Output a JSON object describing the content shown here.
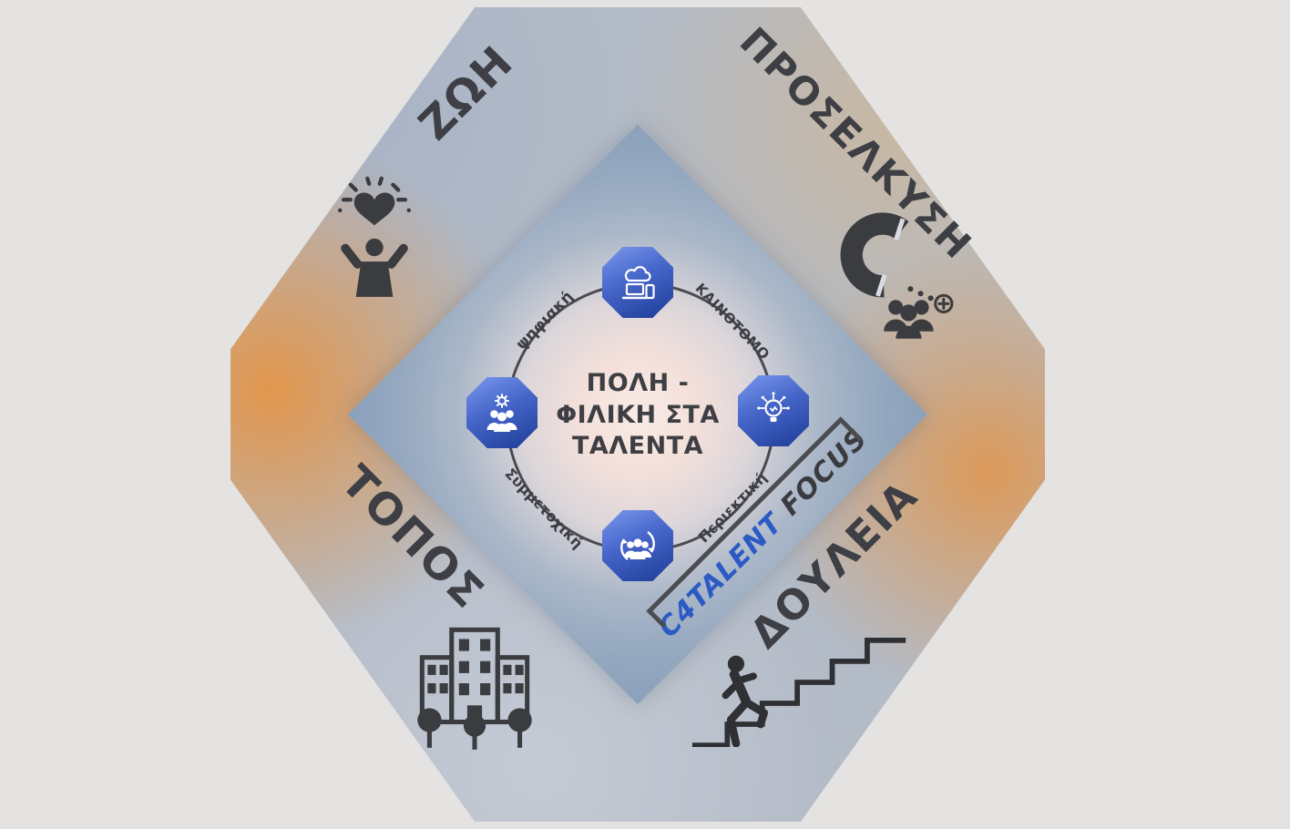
{
  "title": "ΠΟΛΗ - ΦΙΛΙΚΗ ΣΤΑ ΤΑΛΕΝΤΑ",
  "center": {
    "title_lines": [
      "ΠΟΛΗ -",
      "ΦΙΛΙΚΗ ΣΤΑ",
      "ΤΑΛΕΝΤΑ"
    ],
    "ring_labels": {
      "top_left": "ψηφιακή",
      "top_right": "ΚΑΙΝΟΤΟΜΟ",
      "bottom_left": "Συμμετοχική",
      "bottom_right": "Περιεκτική"
    },
    "badges": [
      {
        "position": "top",
        "icon": "cloud-laptop-devices-icon"
      },
      {
        "position": "left",
        "icon": "gear-people-icon"
      },
      {
        "position": "right",
        "icon": "lightbulb-network-icon"
      },
      {
        "position": "bottom",
        "icon": "people-cycle-arrows-icon"
      }
    ]
  },
  "quadrants": {
    "top_left": {
      "label": "ΖΩΗ",
      "icon": "heart-person-icon"
    },
    "top_right": {
      "label": "ΠΡΟΣΕΛΚΥΣΗ",
      "icon": "magnet-attract-people-icon"
    },
    "bottom_left": {
      "label": "ΤΟΠΟΣ",
      "icon": "city-buildings-trees-icon"
    },
    "bottom_right": {
      "label": "ΔΟΥΛΕΙΑ",
      "icon": "person-climbing-stairs-icon"
    }
  },
  "focus": {
    "brand": "C4TALENT",
    "word": "FOCUS"
  },
  "colors": {
    "background": "#e4e3e1",
    "octagon_slate": "#b3bbc7",
    "accent_orange": "#e29044",
    "badge_blue_light": "#7b99ee",
    "badge_blue_dark": "#1e3c96",
    "center_pink": "#f9ebe6",
    "dark_text": "#3b3c40",
    "brand_blue": "#2b5ac4"
  }
}
